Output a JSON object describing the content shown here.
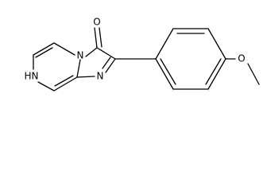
{
  "structure": {
    "atom_labels": {
      "carbonyl_oxygen": "O",
      "bridge_nitrogen": "N",
      "imine_nitrogen": "N",
      "nh_nitrogen": "N",
      "nh_hydrogen": "H",
      "methoxy_oxygen": "O"
    }
  }
}
